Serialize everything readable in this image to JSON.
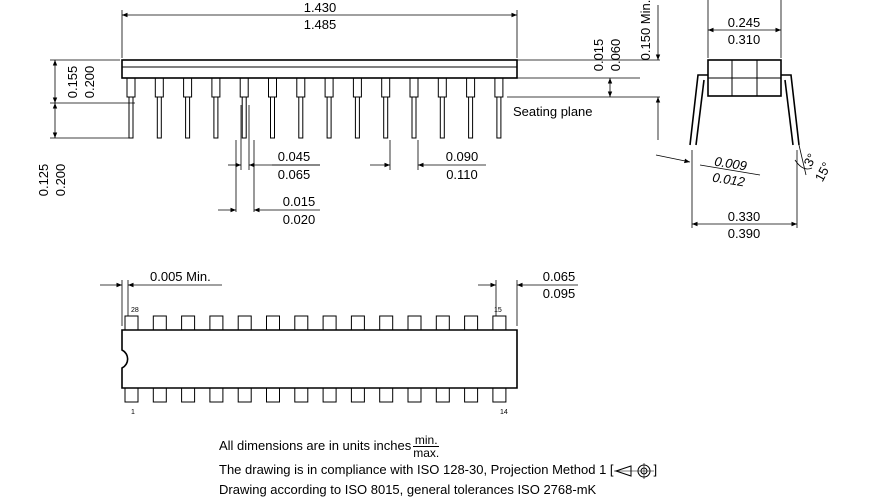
{
  "dims": {
    "length_min": "1.430",
    "length_max": "1.485",
    "row_width_min": "0.245",
    "row_width_max": "0.310",
    "height_min": "0.150 Min.",
    "standoff_min": "0.015",
    "standoff_max": "0.060",
    "body_thick_min": "0.155",
    "body_thick_max": "0.200",
    "lead_len_min": "0.125",
    "lead_len_max": "0.200",
    "shoulder_min": "0.045",
    "shoulder_max": "0.065",
    "lead_w_min": "0.015",
    "lead_w_max": "0.020",
    "pitch_min": "0.090",
    "pitch_max": "0.110",
    "lead_thick_min": "0.009",
    "lead_thick_max": "0.012",
    "angle_min": "3°",
    "angle_max": "15°",
    "span_min": "0.330",
    "span_max": "0.390",
    "end_clear": "0.005 Min.",
    "end_w_min": "0.065",
    "end_w_max": "0.095"
  },
  "labels": {
    "seating_plane": "Seating plane",
    "pin_28": "28",
    "pin_15": "15",
    "pin_1": "1",
    "pin_14": "14"
  },
  "notes": {
    "units_prefix": "All dimensions are in units inches",
    "units_min": "min.",
    "units_max": "max.",
    "compliance_prefix": "The drawing is in compliance with ISO 128-30, Projection Method 1 [",
    "compliance_suffix": "]",
    "tolerances": "Drawing according to ISO 8015, general tolerances ISO 2768-mK"
  }
}
